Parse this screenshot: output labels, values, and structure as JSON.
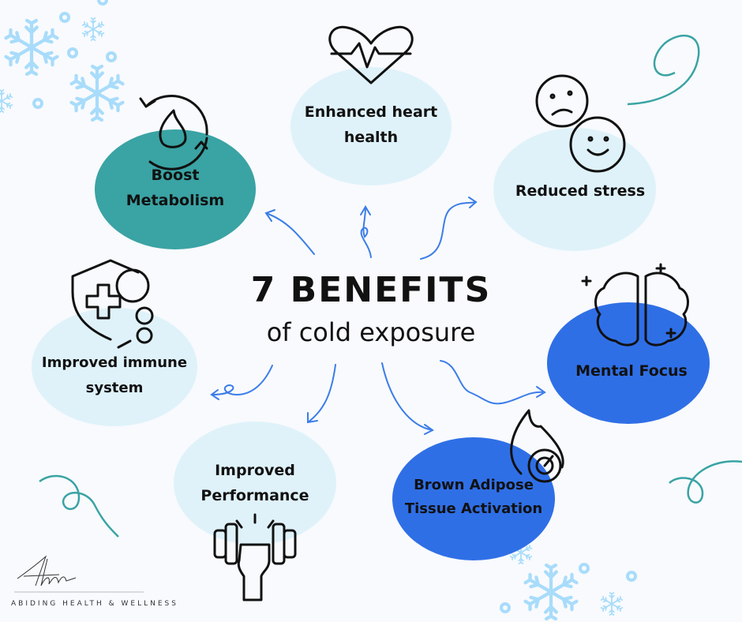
{
  "title": {
    "main": "7 BENEFITS",
    "sub": "of cold exposure"
  },
  "benefits": [
    {
      "label": "Boost\nMetabolism",
      "icon": "metabolism-fire-cycle-icon",
      "color": "#3aa3a4"
    },
    {
      "label": "Enhanced heart\nhealth",
      "icon": "heart-pulse-icon",
      "color": "#dff2fa"
    },
    {
      "label": "Reduced stress",
      "icon": "sad-happy-faces-icon",
      "color": "#dff2fa"
    },
    {
      "label": "Improved immune\nsystem",
      "icon": "shield-virus-icon",
      "color": "#dff2fa"
    },
    {
      "label": "Mental Focus",
      "icon": "brain-icon",
      "color": "#2f6fe6"
    },
    {
      "label": "Improved\nPerformance",
      "icon": "dumbbell-fist-icon",
      "color": "#dff2fa"
    },
    {
      "label": "Brown Adipose\nTissue Activation",
      "icon": "flame-gauge-icon",
      "color": "#2f6fe6"
    }
  ],
  "brand": {
    "signature": "Ahw",
    "name": "ABIDING HEALTH & WELLNESS"
  },
  "colors": {
    "snow": "#a8dcfa",
    "arrow": "#3b7de8",
    "swirl": "#3aa3a4"
  }
}
